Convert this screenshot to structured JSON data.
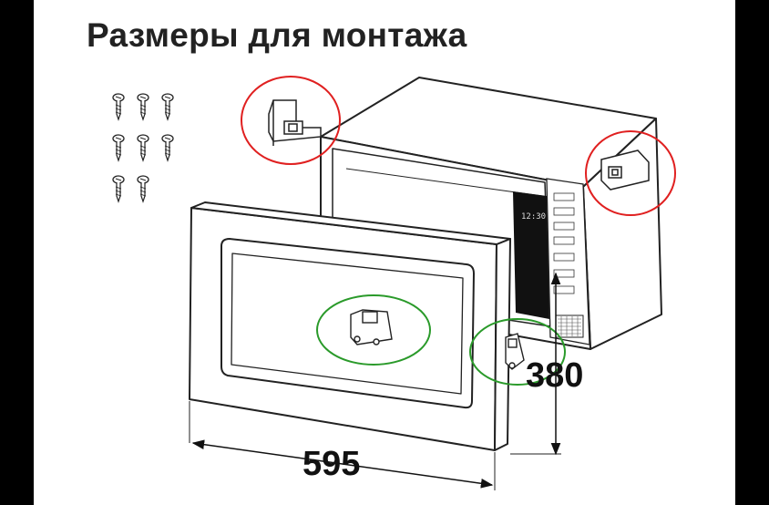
{
  "title": "Размеры для монтажа",
  "dimensions": {
    "width": "595",
    "height": "380"
  },
  "display_text": "12:30",
  "colors": {
    "bracket_highlight": "#e02020",
    "mount_highlight": "#2a9a2a",
    "line": "#222222",
    "background": "#000000",
    "panel": "#ffffff"
  },
  "icons": [
    "screw-icon",
    "bracket-icon"
  ]
}
